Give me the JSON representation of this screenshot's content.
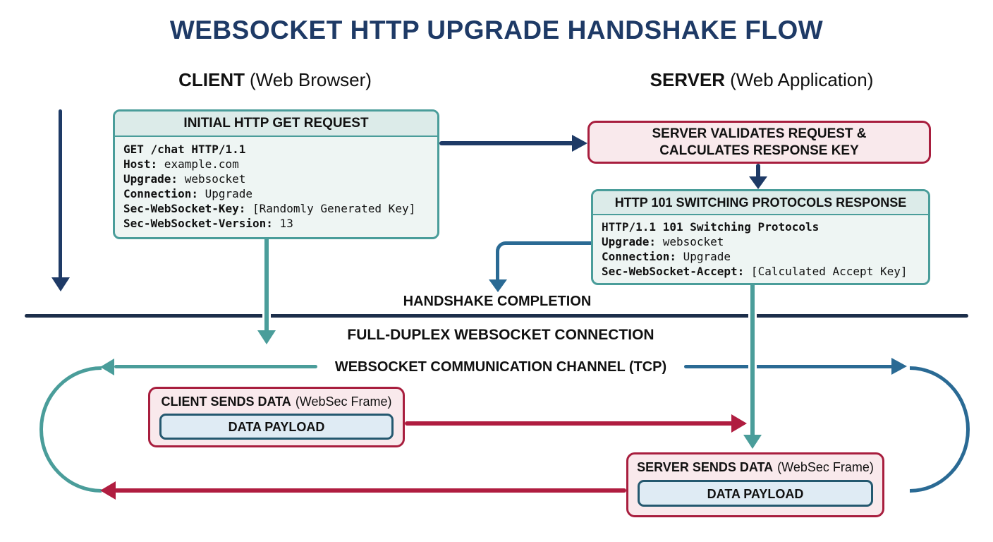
{
  "title": "WEBSOCKET HTTP UPGRADE HANDSHAKE FLOW",
  "client_header": {
    "name": "CLIENT",
    "desc": "(Web Browser)"
  },
  "server_header": {
    "name": "SERVER",
    "desc": "(Web Application)"
  },
  "initial_request": {
    "header": "INITIAL HTTP GET REQUEST",
    "lines": [
      {
        "k": "GET /chat HTTP/1.1",
        "v": ""
      },
      {
        "k": "Host:",
        "v": " example.com"
      },
      {
        "k": "Upgrade:",
        "v": " websocket"
      },
      {
        "k": "Connection:",
        "v": " Upgrade"
      },
      {
        "k": "Sec-WebSocket-Key:",
        "v": " [Randomly Generated Key]"
      },
      {
        "k": "Sec-WebSocket-Version:",
        "v": " 13"
      }
    ]
  },
  "server_validates": {
    "line1": "SERVER VALIDATES REQUEST &",
    "line2": "CALCULATES RESPONSE KEY"
  },
  "response_101": {
    "header": "HTTP 101 SWITCHING PROTOCOLS RESPONSE",
    "lines": [
      {
        "k": "HTTP/1.1 101 Switching Protocols",
        "v": ""
      },
      {
        "k": "Upgrade:",
        "v": " websocket"
      },
      {
        "k": "Connection:",
        "v": " Upgrade"
      },
      {
        "k": "Sec-WebSocket-Accept:",
        "v": " [Calculated Accept Key]"
      }
    ]
  },
  "labels": {
    "handshake_completion": "HANDSHAKE COMPLETION",
    "full_duplex": "FULL-DUPLEX WEBSOCKET CONNECTION",
    "channel": "WEBSOCKET COMMUNICATION CHANNEL (TCP)"
  },
  "client_sends": {
    "title": "CLIENT SENDS DATA",
    "subtitle": "(WebSec Frame)",
    "payload": "DATA PAYLOAD"
  },
  "server_sends": {
    "title": "SERVER SENDS DATA",
    "subtitle": "(WebSec Frame)",
    "payload": "DATA PAYLOAD"
  },
  "colors": {
    "navy": "#1e3a66",
    "divider_navy": "#1c2e4a",
    "teal": "#4a9d9a",
    "steel_blue": "#2a6a94",
    "crimson": "#b01d40",
    "pink_bg": "#f9e9ec",
    "pink_border": "#a81e3e",
    "teal_box_bg": "#eef5f3",
    "teal_header_bg": "#dcebe9",
    "payload_bg": "#dfebf4",
    "payload_border": "#24586f"
  }
}
